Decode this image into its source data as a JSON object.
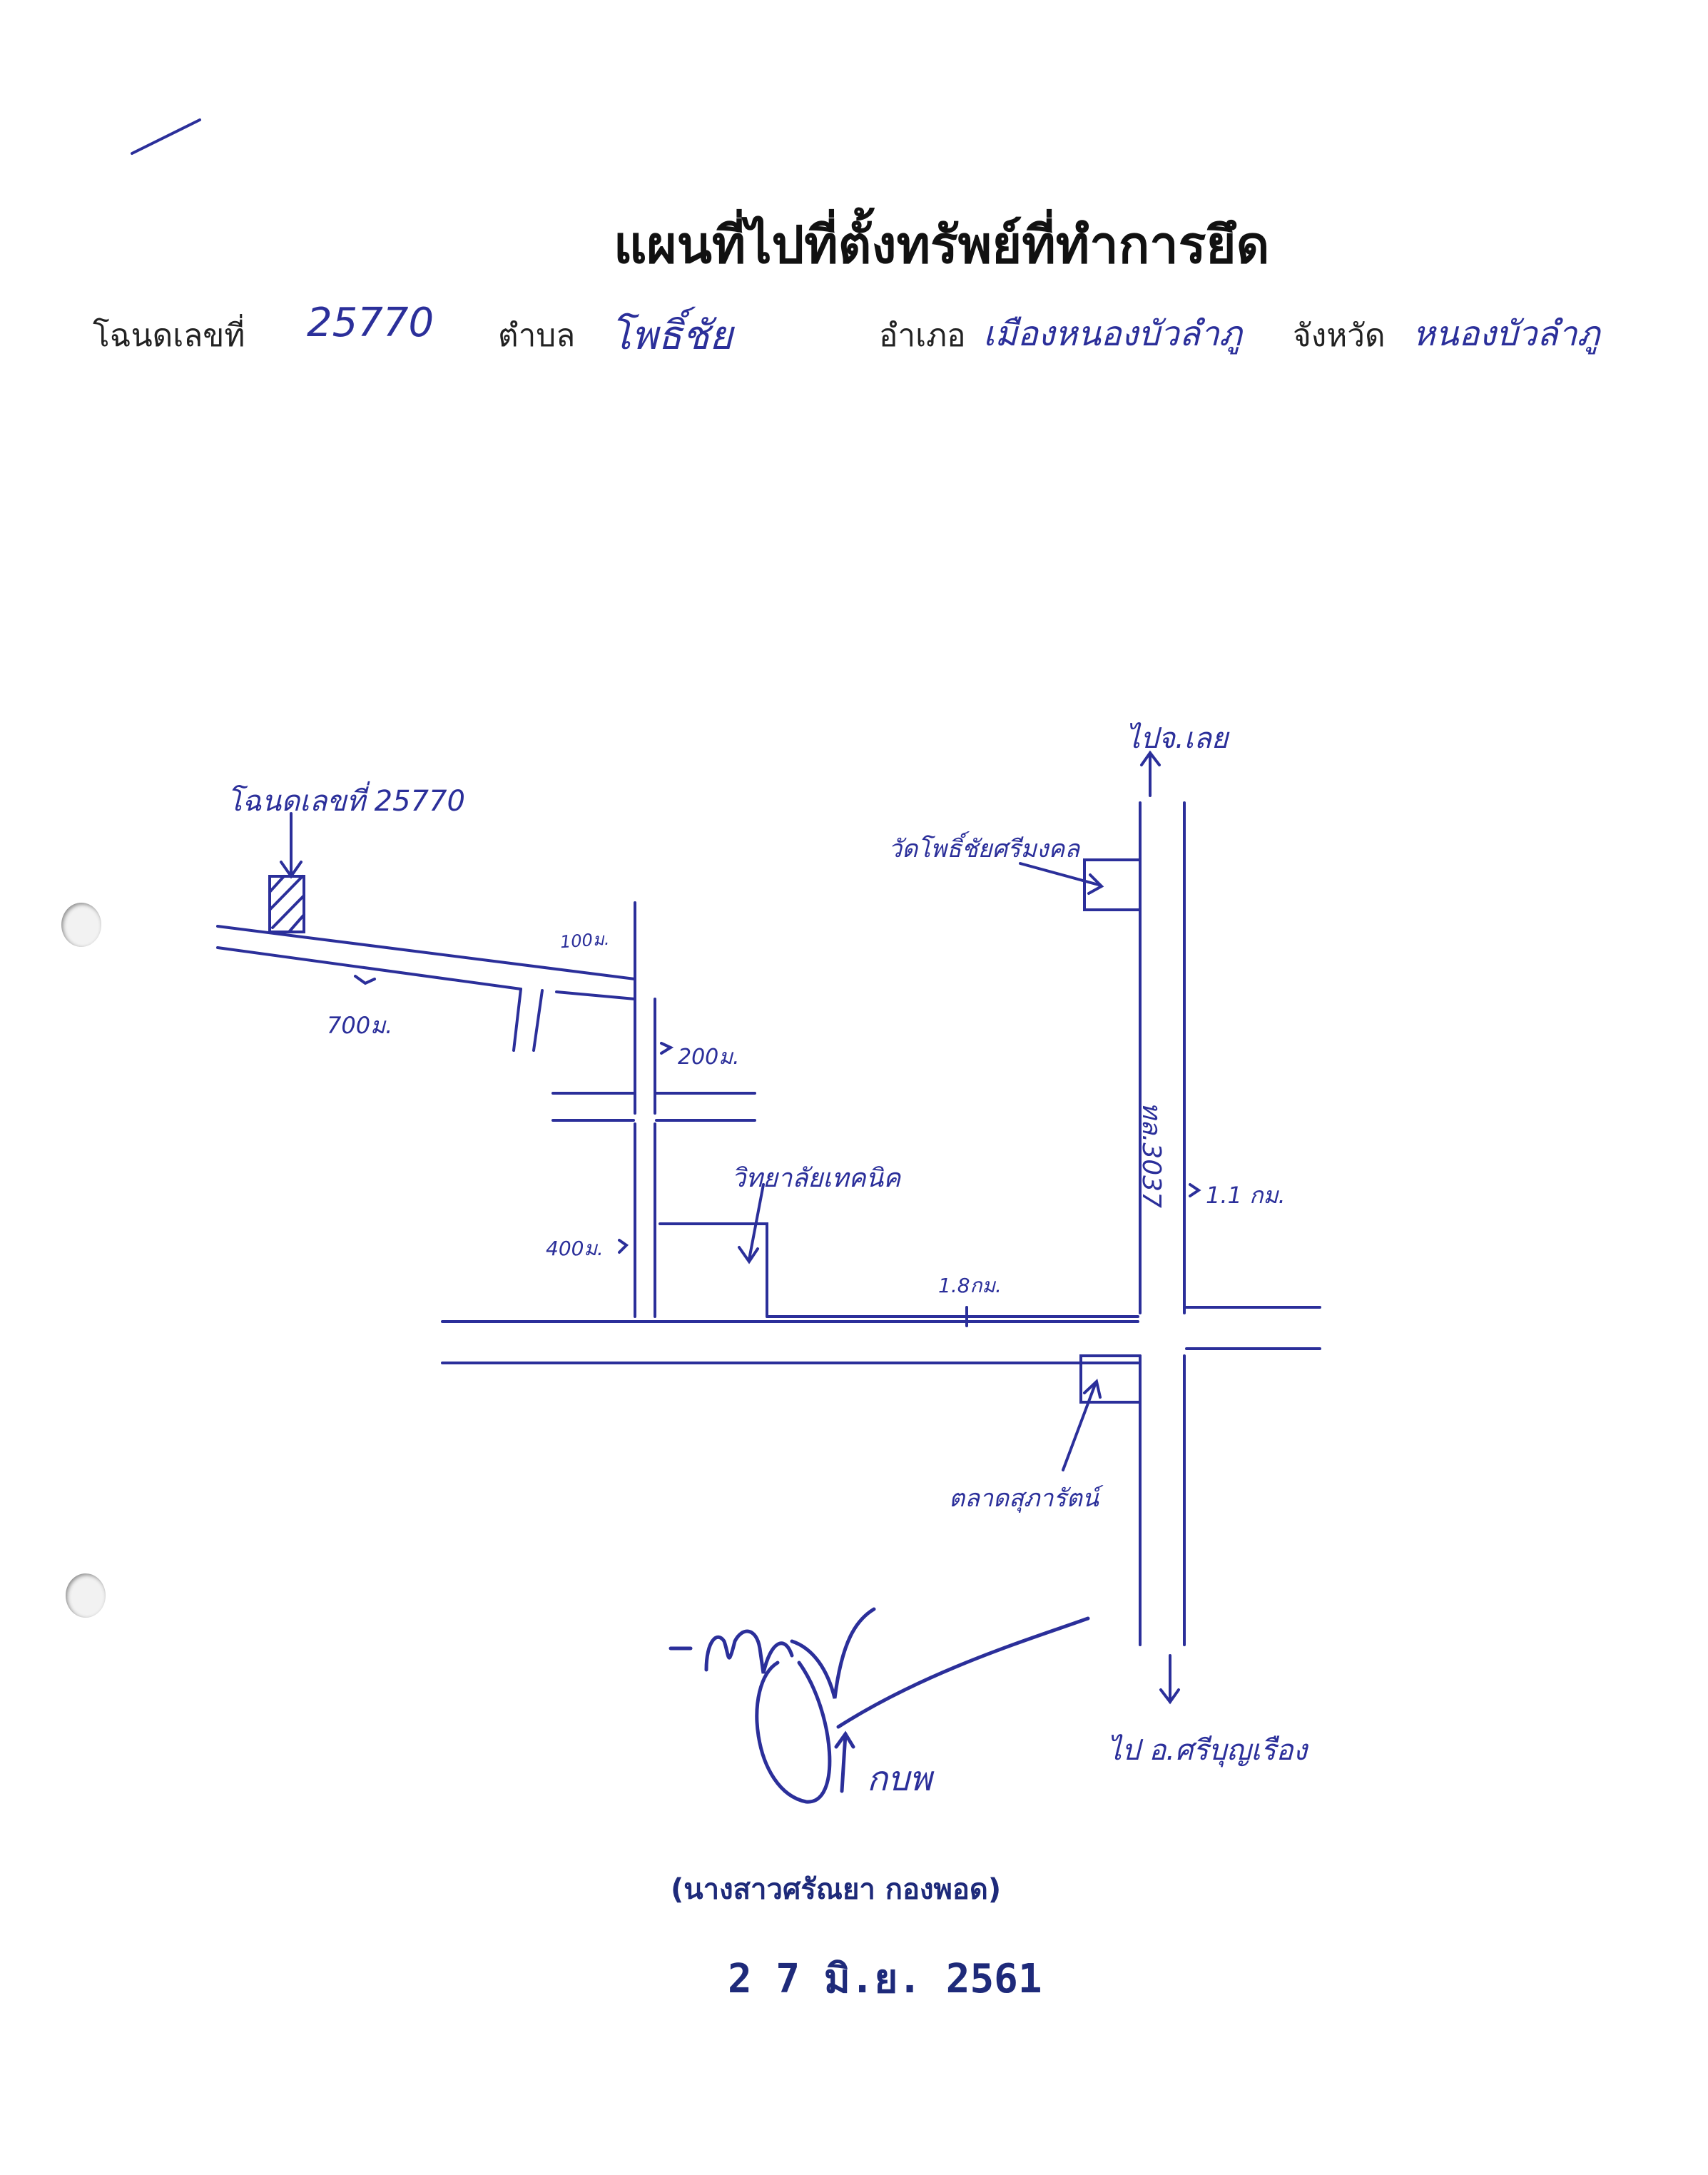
{
  "title": "แผนที่ไปที่ตั้งทรัพย์ที่ทำการยึด",
  "header": {
    "deed_label": "โฉนดเลขที่",
    "deed_no": "25770",
    "tambon_label": "ตำบล",
    "tambon": "โพธิ์ชัย",
    "amphoe_label": "อำเภอ",
    "amphoe": "เมืองหนองบัวลำภู",
    "province_label": "จังหวัด",
    "province": "หนองบัวลำภู"
  },
  "map": {
    "deed_marker": "โฉนดเลขที่ 25770",
    "to_loei": "ไปจ.เลย",
    "temple": "วัดโพธิ์ชัยศรีมงคล",
    "dist_100": "100ม.",
    "dist_700": "700ม.",
    "dist_200": "200ม.",
    "dist_400": "400ม.",
    "college": "วิทยาลัยเทคนิค",
    "dist_1_8": "1.8กม.",
    "highway": "ทล.3037",
    "dist_1_1": "1.1 กม.",
    "market": "ตลาดสุภารัตน์",
    "to_sri_bun_rueang": "ไป อ.ศรีบุญเรือง"
  },
  "signature": {
    "name": "(นางสาวศรัณยา กองพอด)",
    "date": "2 7 มิ.ย. 2561",
    "role_mark": "กบพ"
  },
  "colors": {
    "ink": "#2b2f9a",
    "print": "#111111",
    "stamp": "#1e2a7a"
  }
}
